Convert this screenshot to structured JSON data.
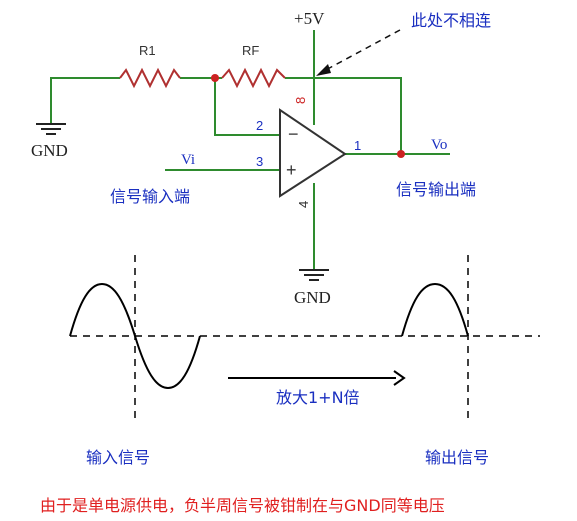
{
  "colors": {
    "wire": "#2e8b2e",
    "resistor": "#b03030",
    "opamp": "#333333",
    "node": "#cc2222",
    "label": "#1a2fc0",
    "pin_number": "#cc2222",
    "ground_text": "#222222",
    "wave": "#000000",
    "note": "#e02020"
  },
  "components": {
    "supply_label": "+5V",
    "r1_label": "R1",
    "rf_label": "RF",
    "gnd_left_label": "GND",
    "gnd_bottom_label": "GND",
    "vi_label": "Vi",
    "vo_label": "Vo",
    "pin_inverting": "2",
    "pin_noninverting": "3",
    "pin_output": "1",
    "pin_vcc": "8",
    "pin_gnd": "4",
    "minus_sign": "−",
    "plus_sign": "+"
  },
  "annotations": {
    "not_connected_note": "此处不相连",
    "input_terminal": "信号输入端",
    "output_terminal": "信号输出端",
    "gain_label": "放大1+N倍",
    "input_signal": "输入信号",
    "output_signal": "输出信号",
    "clamp_note": "由于是单电源供电，负半周信号被钳制在与GND同等电压"
  }
}
